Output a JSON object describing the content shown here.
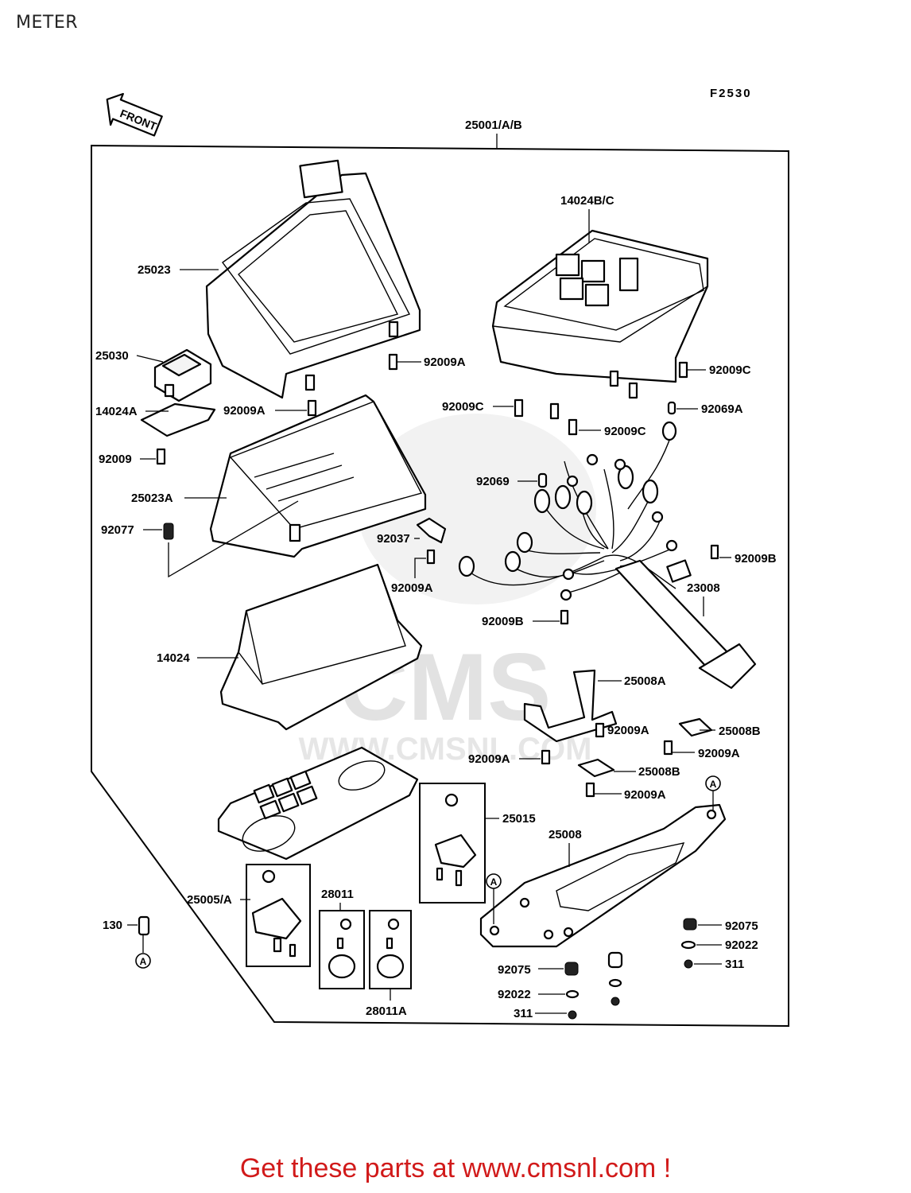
{
  "page": {
    "title": "METER"
  },
  "diagram": {
    "figure_code": "F2530",
    "front_marker": "FRONT",
    "ref_marker": "A",
    "watermark": {
      "brand": "CMS",
      "url": "WWW.CMSNL.COM"
    },
    "labels": {
      "assembly": "25001/A/B",
      "p25023": "25023",
      "p14024bc": "14024B/C",
      "p25030": "25030",
      "p92009a_1": "92009A",
      "p92009c_1": "92009C",
      "p14024a": "14024A",
      "p92009a_2": "92009A",
      "p92009c_2": "92009C",
      "p92069a": "92069A",
      "p92009c_3": "92009C",
      "p92009": "92009",
      "p92069": "92069",
      "p25023a": "25023A",
      "p92077": "92077",
      "p92037": "92037",
      "p92009b_1": "92009B",
      "p92009a_3": "92009A",
      "p23008": "23008",
      "p92009b_2": "92009B",
      "p14024": "14024",
      "p25008a": "25008A",
      "p92009a_4": "92009A",
      "p25008b_1": "25008B",
      "p92009a_5": "92009A",
      "p92009a_6": "92009A",
      "p25008b_2": "25008B",
      "p92009a_7": "92009A",
      "p25015": "25015",
      "p25008": "25008",
      "p25005a": "25005/A",
      "p28011": "28011",
      "p130": "130",
      "p92075_1": "92075",
      "p92022_1": "92022",
      "p311_1": "311",
      "p92075_2": "92075",
      "p92022_2": "92022",
      "p311_2": "311",
      "p28011a": "28011A"
    }
  },
  "footer": {
    "text": "Get these parts at www.cmsnl.com !"
  }
}
